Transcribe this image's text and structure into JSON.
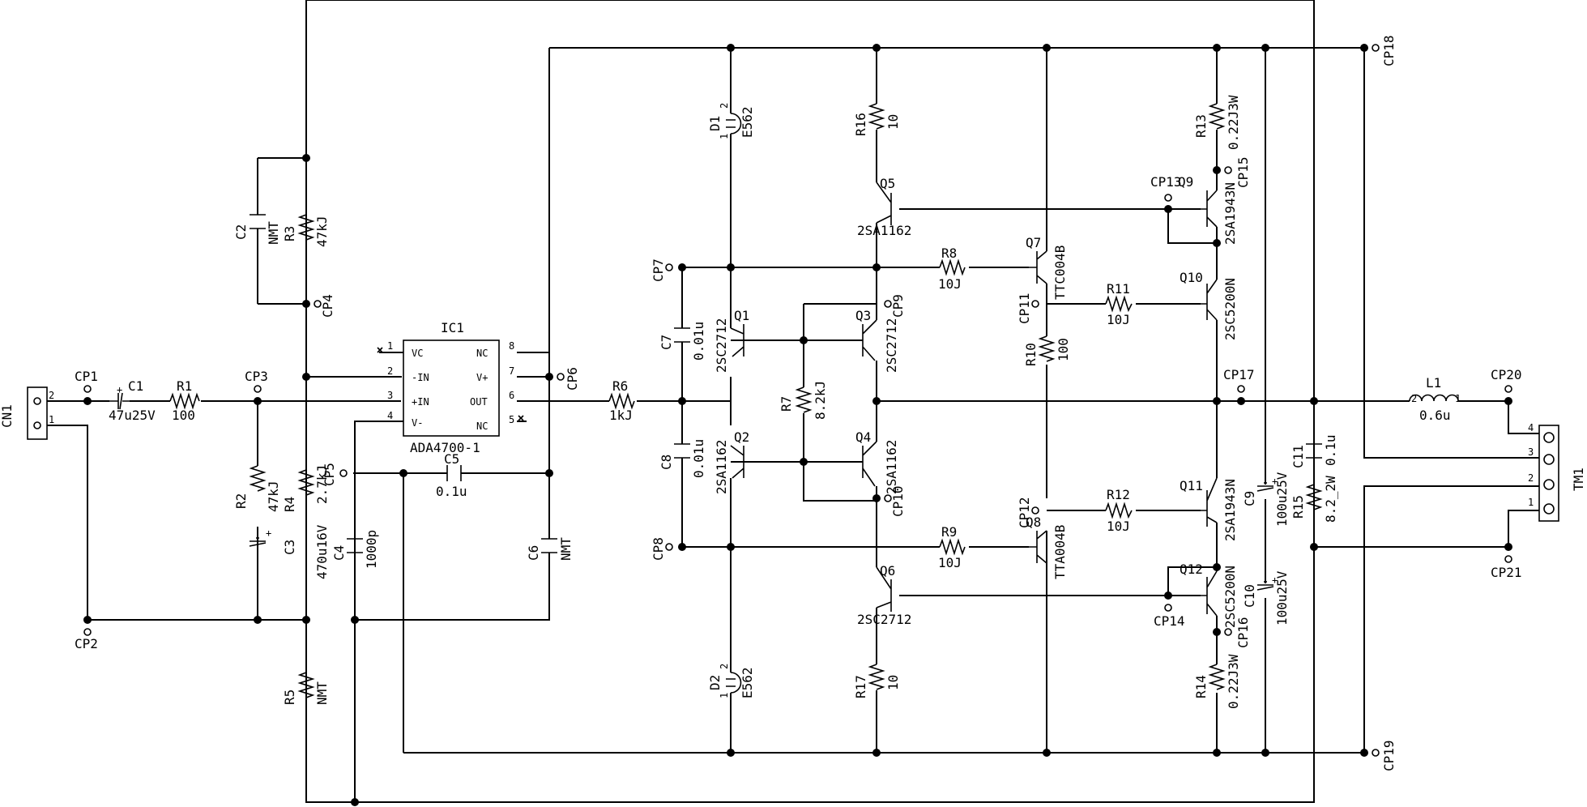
{
  "connectors": {
    "cn1": {
      "ref": "CN1",
      "pins": [
        "2",
        "1"
      ]
    },
    "tm1": {
      "ref": "TM1",
      "pins": [
        "4",
        "3",
        "2",
        "1"
      ]
    }
  },
  "ic1": {
    "ref": "IC1",
    "value": "ADA4700-1",
    "pins": [
      {
        "num": "1",
        "name": "VC"
      },
      {
        "num": "2",
        "name": "-IN"
      },
      {
        "num": "3",
        "name": "+IN"
      },
      {
        "num": "4",
        "name": "V-"
      },
      {
        "num": "8",
        "name": "NC"
      },
      {
        "num": "7",
        "name": "V+"
      },
      {
        "num": "6",
        "name": "OUT"
      },
      {
        "num": "5",
        "name": "NC"
      }
    ]
  },
  "resistors": [
    {
      "ref": "R1",
      "value": "100"
    },
    {
      "ref": "R2",
      "value": "47kJ"
    },
    {
      "ref": "R3",
      "value": "47kJ"
    },
    {
      "ref": "R4",
      "value": "2.7kJ"
    },
    {
      "ref": "R5",
      "value": "NMT"
    },
    {
      "ref": "R6",
      "value": "1kJ"
    },
    {
      "ref": "R7",
      "value": "8.2kJ"
    },
    {
      "ref": "R8",
      "value": "10J"
    },
    {
      "ref": "R9",
      "value": "10J"
    },
    {
      "ref": "R10",
      "value": "100"
    },
    {
      "ref": "R11",
      "value": "10J"
    },
    {
      "ref": "R12",
      "value": "10J"
    },
    {
      "ref": "R13",
      "value": "0.22J3W"
    },
    {
      "ref": "R14",
      "value": "0.22J3W"
    },
    {
      "ref": "R15",
      "value": "8.2_2W"
    },
    {
      "ref": "R16",
      "value": "10"
    },
    {
      "ref": "R17",
      "value": "10"
    }
  ],
  "capacitors": [
    {
      "ref": "C1",
      "value": "47u25V"
    },
    {
      "ref": "C2",
      "value": "NMT"
    },
    {
      "ref": "C3",
      "value": "470u16V"
    },
    {
      "ref": "C4",
      "value": "1000p"
    },
    {
      "ref": "C5",
      "value": "0.1u"
    },
    {
      "ref": "C6",
      "value": "NMT"
    },
    {
      "ref": "C7",
      "value": "0.01u"
    },
    {
      "ref": "C8",
      "value": "0.01u"
    },
    {
      "ref": "C9",
      "value": "100u25V"
    },
    {
      "ref": "C10",
      "value": "100u25V"
    },
    {
      "ref": "C11",
      "value": "0.1u"
    }
  ],
  "transistors": [
    {
      "ref": "Q1",
      "value": "2SC2712"
    },
    {
      "ref": "Q2",
      "value": "2SA1162"
    },
    {
      "ref": "Q3",
      "value": "2SC2712"
    },
    {
      "ref": "Q4",
      "value": "2SA1162"
    },
    {
      "ref": "Q5",
      "value": "2SA1162"
    },
    {
      "ref": "Q6",
      "value": "2SC2712"
    },
    {
      "ref": "Q7",
      "value": "TTC004B"
    },
    {
      "ref": "Q8",
      "value": "TTA004B"
    },
    {
      "ref": "Q9",
      "value": "2SA1943N"
    },
    {
      "ref": "Q10",
      "value": "2SC5200N"
    },
    {
      "ref": "Q11",
      "value": "2SA1943N"
    },
    {
      "ref": "Q12",
      "value": "2SC5200N"
    }
  ],
  "diodes": [
    {
      "ref": "D1",
      "value": "E562",
      "pins": [
        "1",
        "2"
      ]
    },
    {
      "ref": "D2",
      "value": "E562",
      "pins": [
        "1",
        "2"
      ]
    }
  ],
  "inductor": {
    "ref": "L1",
    "value": "0.6u",
    "pins": [
      "2",
      "1"
    ]
  },
  "test_points": [
    "CP1",
    "CP2",
    "CP3",
    "CP4",
    "CP5",
    "CP6",
    "CP7",
    "CP8",
    "CP9",
    "CP10",
    "CP11",
    "CP12",
    "CP13",
    "CP14",
    "CP15",
    "CP16",
    "CP17",
    "CP18",
    "CP19",
    "CP20",
    "CP21"
  ]
}
